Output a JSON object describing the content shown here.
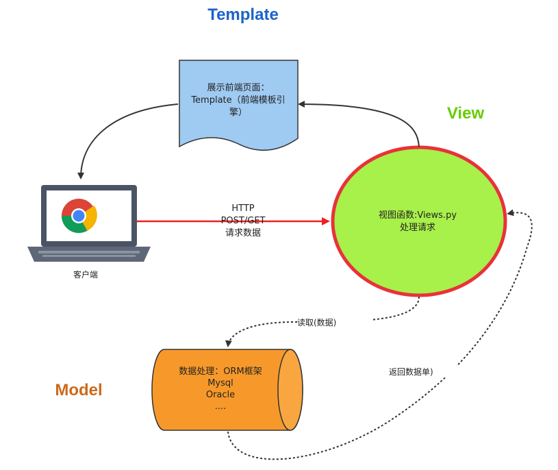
{
  "titles": {
    "template": "Template",
    "view": "View",
    "model": "Model"
  },
  "template_box": {
    "lines": [
      "展示前端页面：",
      "Template（前端模板引",
      "擎）"
    ]
  },
  "view_node": {
    "lines": [
      "视图函数:Views.py",
      "处理请求"
    ]
  },
  "model_node": {
    "lines": [
      "数据处理：ORM框架",
      "Mysql",
      "Oracle",
      "...."
    ]
  },
  "http_edge": {
    "lines": [
      "HTTP",
      "POST/GET",
      "请求数据"
    ]
  },
  "client": {
    "label": "客户端",
    "icon": "laptop-chrome-icon"
  },
  "edges": {
    "read": "读取(数据)",
    "return": "返回数据单)"
  },
  "colors": {
    "template_title": "#1a64c8",
    "view_title": "#66cc00",
    "model_title": "#cc6a1a",
    "template_fill": "#9fcaf2",
    "view_fill": "#a8f04a",
    "view_stroke": "#e8323a",
    "model_fill": "#f7992a",
    "http_arrow": "#ee2020"
  }
}
